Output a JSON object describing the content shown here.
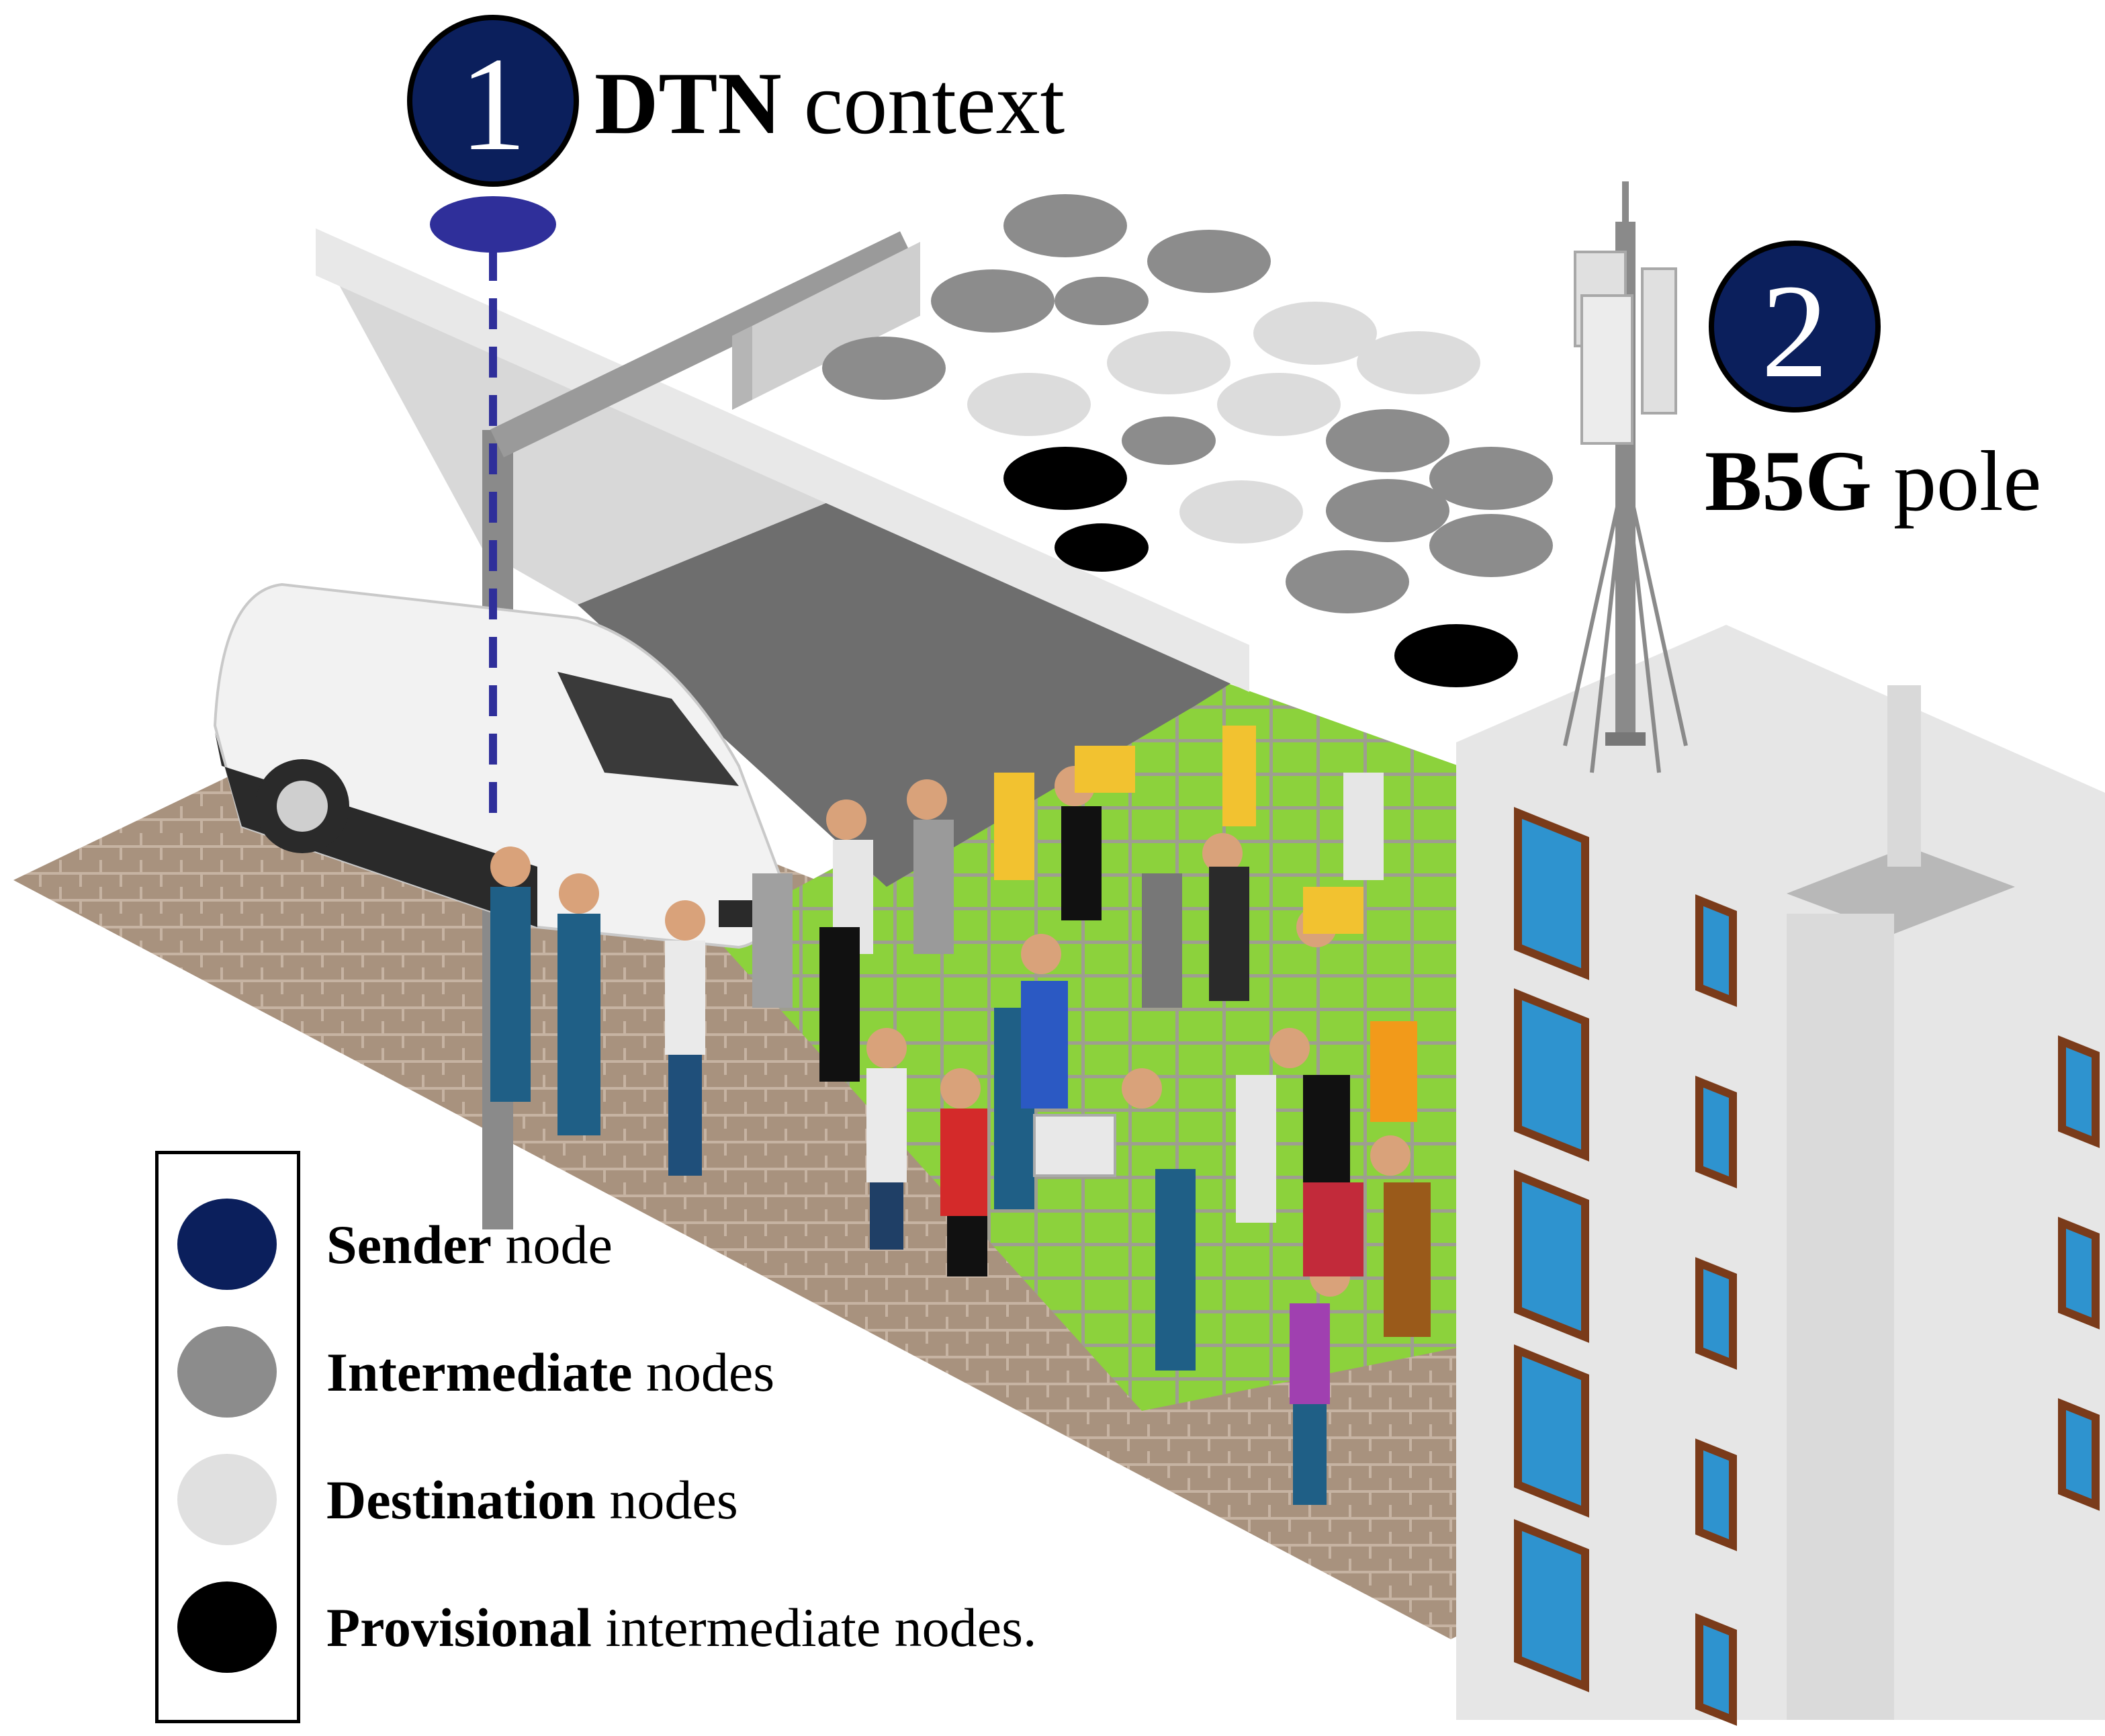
{
  "callouts": [
    {
      "number": "1",
      "bold": "DTN",
      "rest": " context"
    },
    {
      "number": "2",
      "bold": "B5G",
      "rest": " pole"
    }
  ],
  "legend": [
    {
      "bold": "Sender",
      "rest": " node",
      "color": "#0b1f5c"
    },
    {
      "bold": "Intermediate",
      "rest": " nodes",
      "color": "#8c8c8c"
    },
    {
      "bold": "Destination",
      "rest": " nodes",
      "color": "#e0e0e0"
    },
    {
      "bold": "Provisional",
      "rest": " intermediate nodes.",
      "color": "#000000"
    }
  ],
  "colors": {
    "callout_circle": "#0b1f5c",
    "sender_marker": "#2f2f9a",
    "intermediate": "#8c8c8c",
    "destination": "#dcdcdc",
    "provisional": "#000000",
    "sidewalk": "#a8927e",
    "grass": "#8cd23c",
    "road": "#6e6e6e",
    "building": "#e6e6e6"
  },
  "icons": [
    "sender-node-icon",
    "dashed-link-icon",
    "street-lamp-icon",
    "antenna-pole-icon",
    "van-icon",
    "crowd-icon",
    "building-icon"
  ]
}
